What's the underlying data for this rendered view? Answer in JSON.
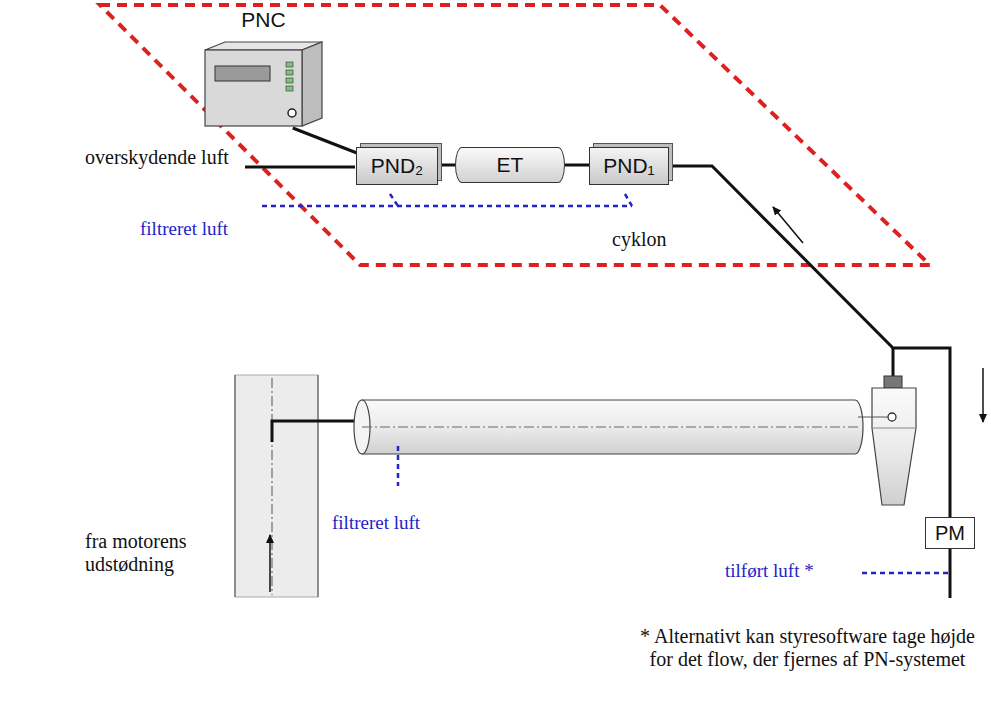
{
  "diagram": {
    "nodes": [
      {
        "text": [
          "PNC"
        ]
      },
      {
        "text": [
          "PND₂"
        ]
      },
      {
        "text": [
          "ET"
        ]
      },
      {
        "text": [
          "PND₁"
        ]
      },
      {
        "text": [
          "PM"
        ]
      }
    ],
    "edges": [
      {
        "from": 0,
        "to": 1,
        "arrow": "none"
      },
      {
        "from": 1,
        "to": 2,
        "arrow": "none"
      },
      {
        "from": 2,
        "to": 3,
        "arrow": "none"
      },
      {
        "from": 4,
        "to": 3,
        "arrow": "none"
      }
    ],
    "labels": [
      "overskydende luft",
      "filtreret luft",
      "cyklon",
      "filtreret luft",
      "fra motorens udstødning",
      "tilført luft *",
      "* Alternativt kan styresoftware tage højde for det flow, der fjernes af PN-systemet"
    ]
  }
}
